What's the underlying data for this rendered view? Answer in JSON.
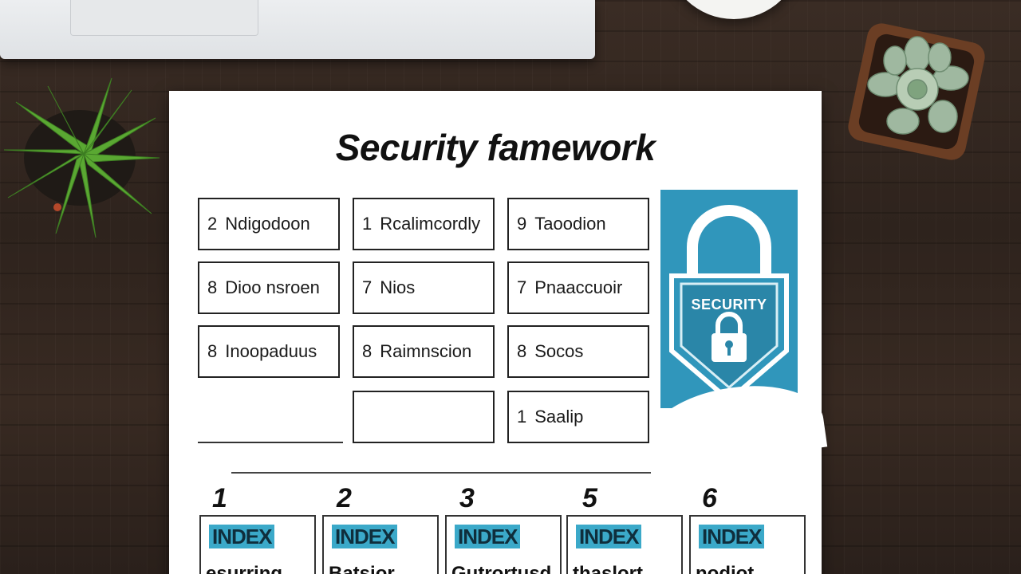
{
  "title": "Security famework",
  "grid": [
    {
      "num": "2",
      "label": "Ndigodoon"
    },
    {
      "num": "1",
      "label": "Rcalimcordly"
    },
    {
      "num": "9",
      "label": "Taoodion"
    },
    {
      "num": "8",
      "label": "Dioo nsroen"
    },
    {
      "num": "7",
      "label": "Nios"
    },
    {
      "num": "7",
      "label": "Pnaaccuoir"
    },
    {
      "num": "8",
      "label": "Inoopaduus"
    },
    {
      "num": "8",
      "label": "Raimnscion"
    },
    {
      "num": "8",
      "label": "Socos"
    },
    {
      "num": "1",
      "label": "Saalip"
    }
  ],
  "badge": {
    "label": "SECURITY",
    "color": "#3096bb"
  },
  "index": [
    {
      "num": "1",
      "tag": "INDEX",
      "word": "esurring"
    },
    {
      "num": "2",
      "tag": "INDEX",
      "word": "Batsior"
    },
    {
      "num": "3",
      "tag": "INDEX",
      "word": "Gutrortusd"
    },
    {
      "num": "5",
      "tag": "INDEX",
      "word": "thaslort"
    },
    {
      "num": "6",
      "tag": "INDEX",
      "word": "nodiot"
    }
  ],
  "icons": [
    "padlock-icon",
    "keyhole-icon",
    "plant-icon",
    "succulent-icon"
  ]
}
